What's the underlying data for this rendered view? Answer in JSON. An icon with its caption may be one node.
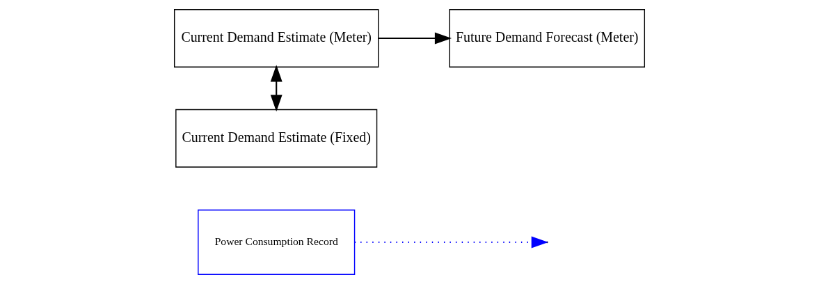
{
  "diagram": {
    "nodes": [
      {
        "text": [
          "Power Consumption Record"
        ]
      },
      {
        "text": [
          "Current Demand Estimate (Meter)"
        ]
      },
      {
        "text": [
          "Current Demand Estimate (Fixed)"
        ]
      },
      {
        "text": [
          "Future Demand Forecast (Meter)"
        ]
      }
    ],
    "edges": [
      {
        "from": 0,
        "to": null,
        "arrow": "to",
        "style": "dashed",
        "color": "#0000ff"
      },
      {
        "from": 1,
        "to": 2,
        "arrow": "both"
      },
      {
        "from": 1,
        "to": 3,
        "arrow": "to"
      }
    ]
  }
}
